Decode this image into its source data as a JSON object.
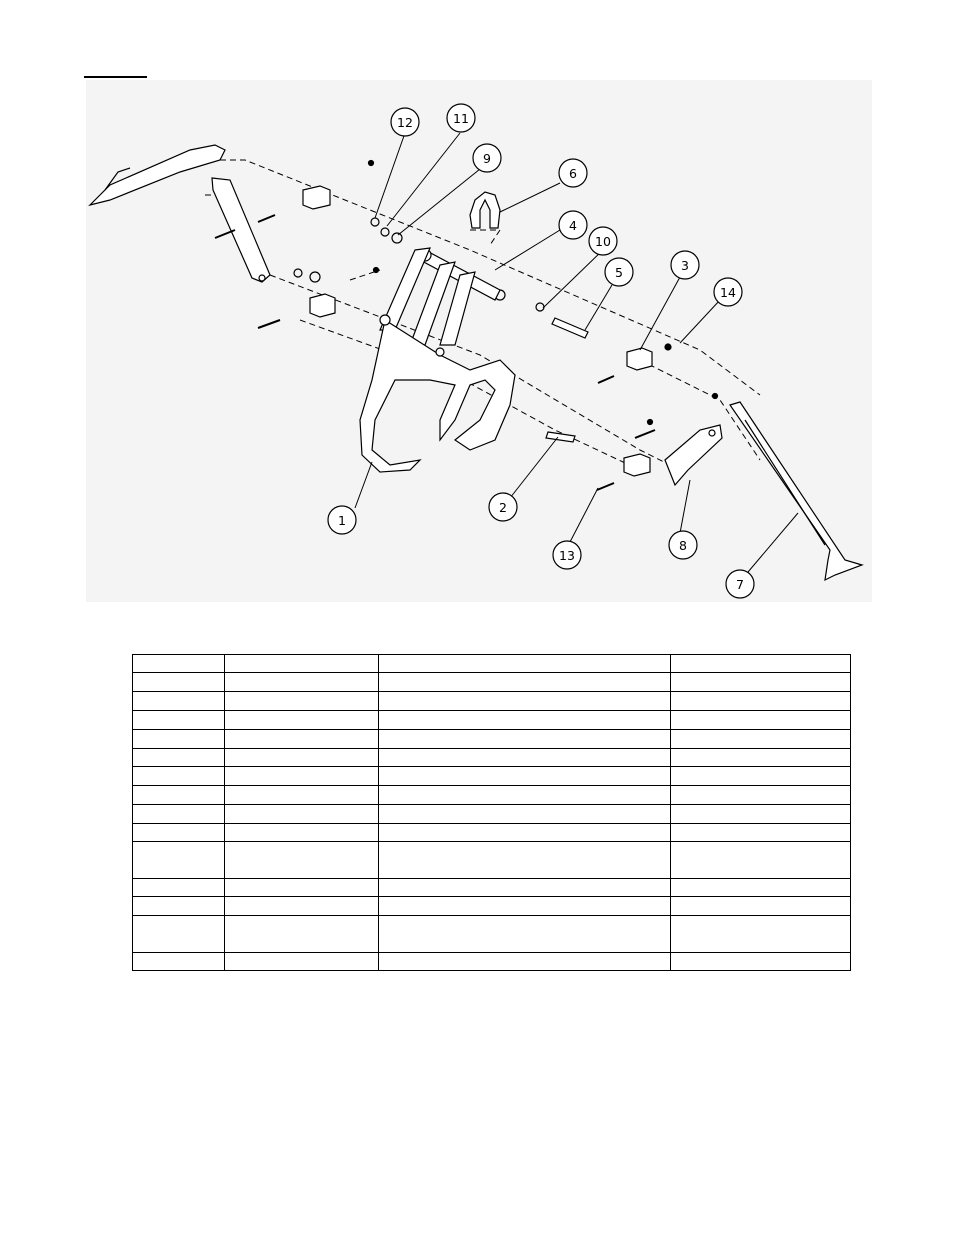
{
  "page": {
    "callouts": [
      {
        "n": "1"
      },
      {
        "n": "2"
      },
      {
        "n": "3"
      },
      {
        "n": "4"
      },
      {
        "n": "5"
      },
      {
        "n": "6"
      },
      {
        "n": "7"
      },
      {
        "n": "8"
      },
      {
        "n": "9"
      },
      {
        "n": "10"
      },
      {
        "n": "11"
      },
      {
        "n": "12"
      },
      {
        "n": "13"
      },
      {
        "n": "14"
      }
    ]
  },
  "parts_table": {
    "columns": 4,
    "rows": [
      {
        "cells": [
          "",
          "",
          "",
          ""
        ]
      },
      {
        "cells": [
          "",
          "",
          "",
          ""
        ]
      },
      {
        "cells": [
          "",
          "",
          "",
          ""
        ]
      },
      {
        "cells": [
          "",
          "",
          "",
          ""
        ]
      },
      {
        "cells": [
          "",
          "",
          "",
          ""
        ]
      },
      {
        "cells": [
          "",
          "",
          "",
          ""
        ]
      },
      {
        "cells": [
          "",
          "",
          "",
          ""
        ]
      },
      {
        "cells": [
          "",
          "",
          "",
          ""
        ]
      },
      {
        "cells": [
          "",
          "",
          "",
          ""
        ]
      },
      {
        "cells": [
          "",
          "",
          "",
          ""
        ]
      },
      {
        "cells": [
          "",
          "",
          "",
          ""
        ]
      },
      {
        "cells": [
          "",
          "",
          "",
          ""
        ]
      },
      {
        "cells": [
          "",
          "",
          "",
          ""
        ]
      },
      {
        "cells": [
          "",
          "",
          "",
          ""
        ]
      },
      {
        "cells": [
          "",
          "",
          "",
          ""
        ]
      },
      {
        "cells": [
          "",
          "",
          "",
          ""
        ]
      }
    ]
  }
}
